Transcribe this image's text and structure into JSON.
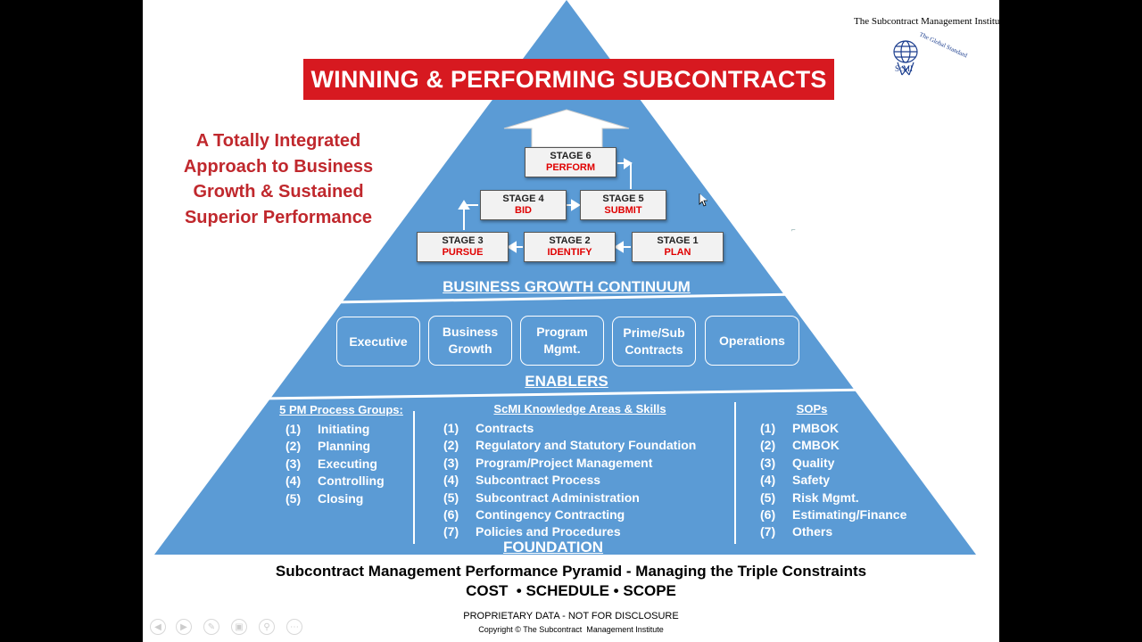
{
  "title": "WINNING & PERFORMING SUBCONTRACTS",
  "tagline": [
    "A Totally Integrated",
    "Approach to  Business",
    "Growth & Sustained",
    "Superior Performance"
  ],
  "logo": {
    "org_name": "The Subcontract Management Institute",
    "arc_text": "The Global Standard",
    "abbr": "ScMI",
    "icon": "globe-icon"
  },
  "stages": [
    {
      "num": "STAGE 1",
      "action": "PLAN"
    },
    {
      "num": "STAGE 2",
      "action": "IDENTIFY"
    },
    {
      "num": "STAGE 3",
      "action": "PURSUE"
    },
    {
      "num": "STAGE 4",
      "action": "BID"
    },
    {
      "num": "STAGE 5",
      "action": "SUBMIT"
    },
    {
      "num": "STAGE 6",
      "action": "PERFORM"
    }
  ],
  "business_growth_label": "BUSINESS GROWTH CONTINUUM",
  "enablers": {
    "items": [
      "Executive",
      "Business Growth",
      "Program Mgmt.",
      "Prime/Sub Contracts",
      "Operations"
    ],
    "label": "ENABLERS"
  },
  "foundation": {
    "pm_groups": {
      "heading": "5 PM Process Groups:",
      "items": [
        [
          "(1)",
          "Initiating"
        ],
        [
          "(2)",
          "Planning"
        ],
        [
          "(3)",
          "Executing"
        ],
        [
          "(4)",
          "Controlling"
        ],
        [
          "(5)",
          "Closing"
        ]
      ]
    },
    "knowledge": {
      "heading": "ScMI Knowledge Areas & Skills",
      "items": [
        [
          "(1)",
          "Contracts"
        ],
        [
          "(2)",
          "Regulatory and Statutory Foundation"
        ],
        [
          "(3)",
          "Program/Project Management"
        ],
        [
          "(4)",
          "Subcontract Process"
        ],
        [
          "(5)",
          "Subcontract Administration"
        ],
        [
          "(6)",
          "Contingency Contracting"
        ],
        [
          "(7)",
          "Policies and Procedures"
        ]
      ]
    },
    "sops": {
      "heading": "SOPs",
      "items": [
        [
          "(1)",
          "PMBOK"
        ],
        [
          "(2)",
          "CMBOK"
        ],
        [
          "(3)",
          "Quality"
        ],
        [
          "(4)",
          "Safety"
        ],
        [
          "(5)",
          "Risk Mgmt."
        ],
        [
          "(6)",
          "Estimating/Finance"
        ],
        [
          "(7)",
          "Others"
        ]
      ]
    },
    "label": "FOUNDATION"
  },
  "caption": {
    "line1": "Subcontract Management Performance Pyramid - Managing the Triple Constraints",
    "line2": "COST  • SCHEDULE • SCOPE"
  },
  "footer": {
    "proprietary": "PROPRIETARY DATA - NOT FOR DISCLOSURE",
    "copyright": "Copyright © The Subcontract  Management Institute"
  },
  "controls": [
    "prev-icon",
    "next-icon",
    "pen-icon",
    "slides-icon",
    "zoom-icon",
    "more-icon"
  ],
  "colors": {
    "pyramid": "#5b9bd5",
    "banner": "#d71920",
    "tagline": "#c0282d",
    "stage_action": "#e00000"
  }
}
